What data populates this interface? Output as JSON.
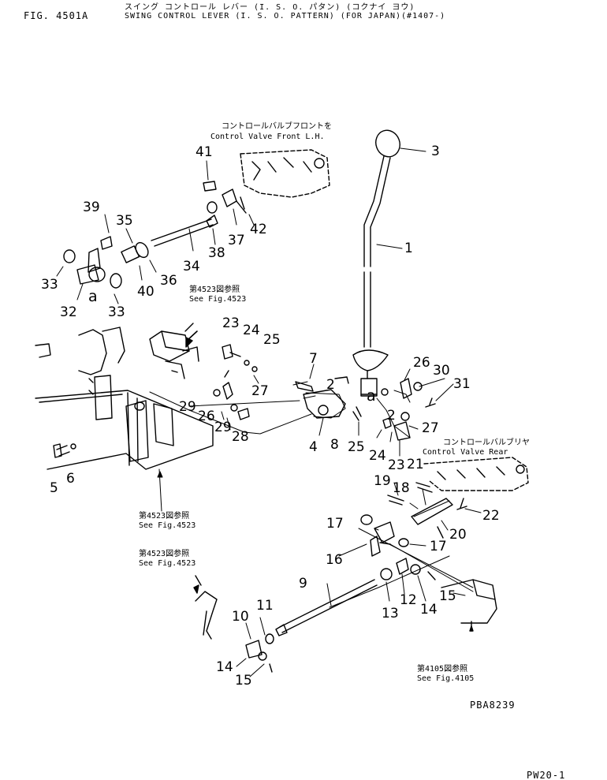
{
  "header": {
    "fig_no": "FIG. 4501A",
    "title_jp": "スイング コントロール レバー (I. S. O. パタン) (コクナイ ヨウ)",
    "title_en": "SWING CONTROL LEVER (I. S. O. PATTERN) (FOR JAPAN)(#1407-)"
  },
  "notes": {
    "cv_front_jp": "コントロールバルブフロントを",
    "cv_front_en": "Control Valve Front L.H.",
    "see4523_a_jp": "第4523図参照",
    "see4523_a_en": "See Fig.4523",
    "see4523_b_jp": "第4523図参照",
    "see4523_b_en": "See Fig.4523",
    "see4523_c_jp": "第4523図参照",
    "see4523_c_en": "See Fig.4523",
    "cv_rear_jp": "コントロールバルブリヤ",
    "cv_rear_en": "Control Valve Rear",
    "see4105_jp": "第4105図参照",
    "see4105_en": "See Fig.4105"
  },
  "codes": {
    "drawing_no": "PBA8239",
    "page": "PW20-1"
  },
  "callouts": [
    "1",
    "2",
    "2",
    "3",
    "4",
    "5",
    "6",
    "7",
    "8",
    "9",
    "10",
    "11",
    "12",
    "13",
    "14",
    "14",
    "15",
    "15",
    "16",
    "17",
    "17",
    "18",
    "19",
    "20",
    "21",
    "22",
    "23",
    "23",
    "24",
    "24",
    "25",
    "25",
    "26",
    "26",
    "27",
    "27",
    "28",
    "29",
    "29",
    "30",
    "31",
    "32",
    "33",
    "33",
    "34",
    "35",
    "36",
    "37",
    "38",
    "39",
    "40",
    "41",
    "42",
    "a",
    "a"
  ]
}
